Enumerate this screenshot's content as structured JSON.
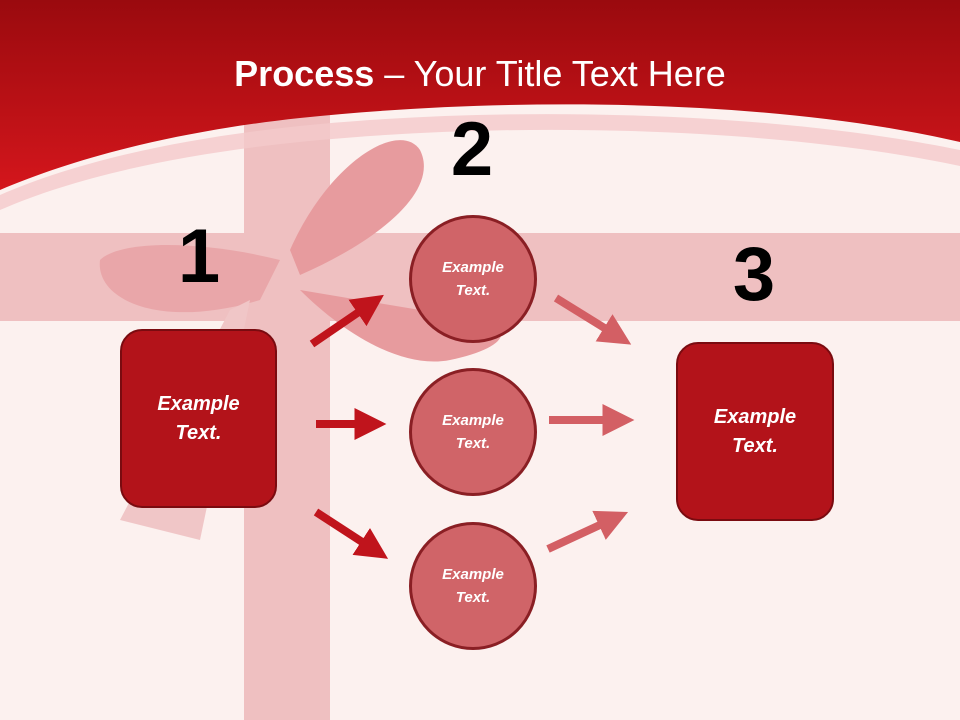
{
  "title": {
    "bold": "Process",
    "separator": " – ",
    "rest": "Your Title Text Here"
  },
  "steps": [
    {
      "number": "1",
      "label_line1": "Example",
      "label_line2": "Text."
    },
    {
      "number": "2",
      "items": [
        {
          "line1": "Example",
          "line2": "Text."
        },
        {
          "line1": "Example",
          "line2": "Text."
        },
        {
          "line1": "Example",
          "line2": "Text."
        }
      ]
    },
    {
      "number": "3",
      "label_line1": "Example",
      "label_line2": "Text."
    }
  ],
  "colors": {
    "header_red": "#c8141b",
    "box_fill": "#b3131a",
    "circle_fill": "#d06468",
    "arrow_dark": "#c0141c",
    "arrow_light": "#d35f64",
    "background": "#fcf1ef"
  }
}
